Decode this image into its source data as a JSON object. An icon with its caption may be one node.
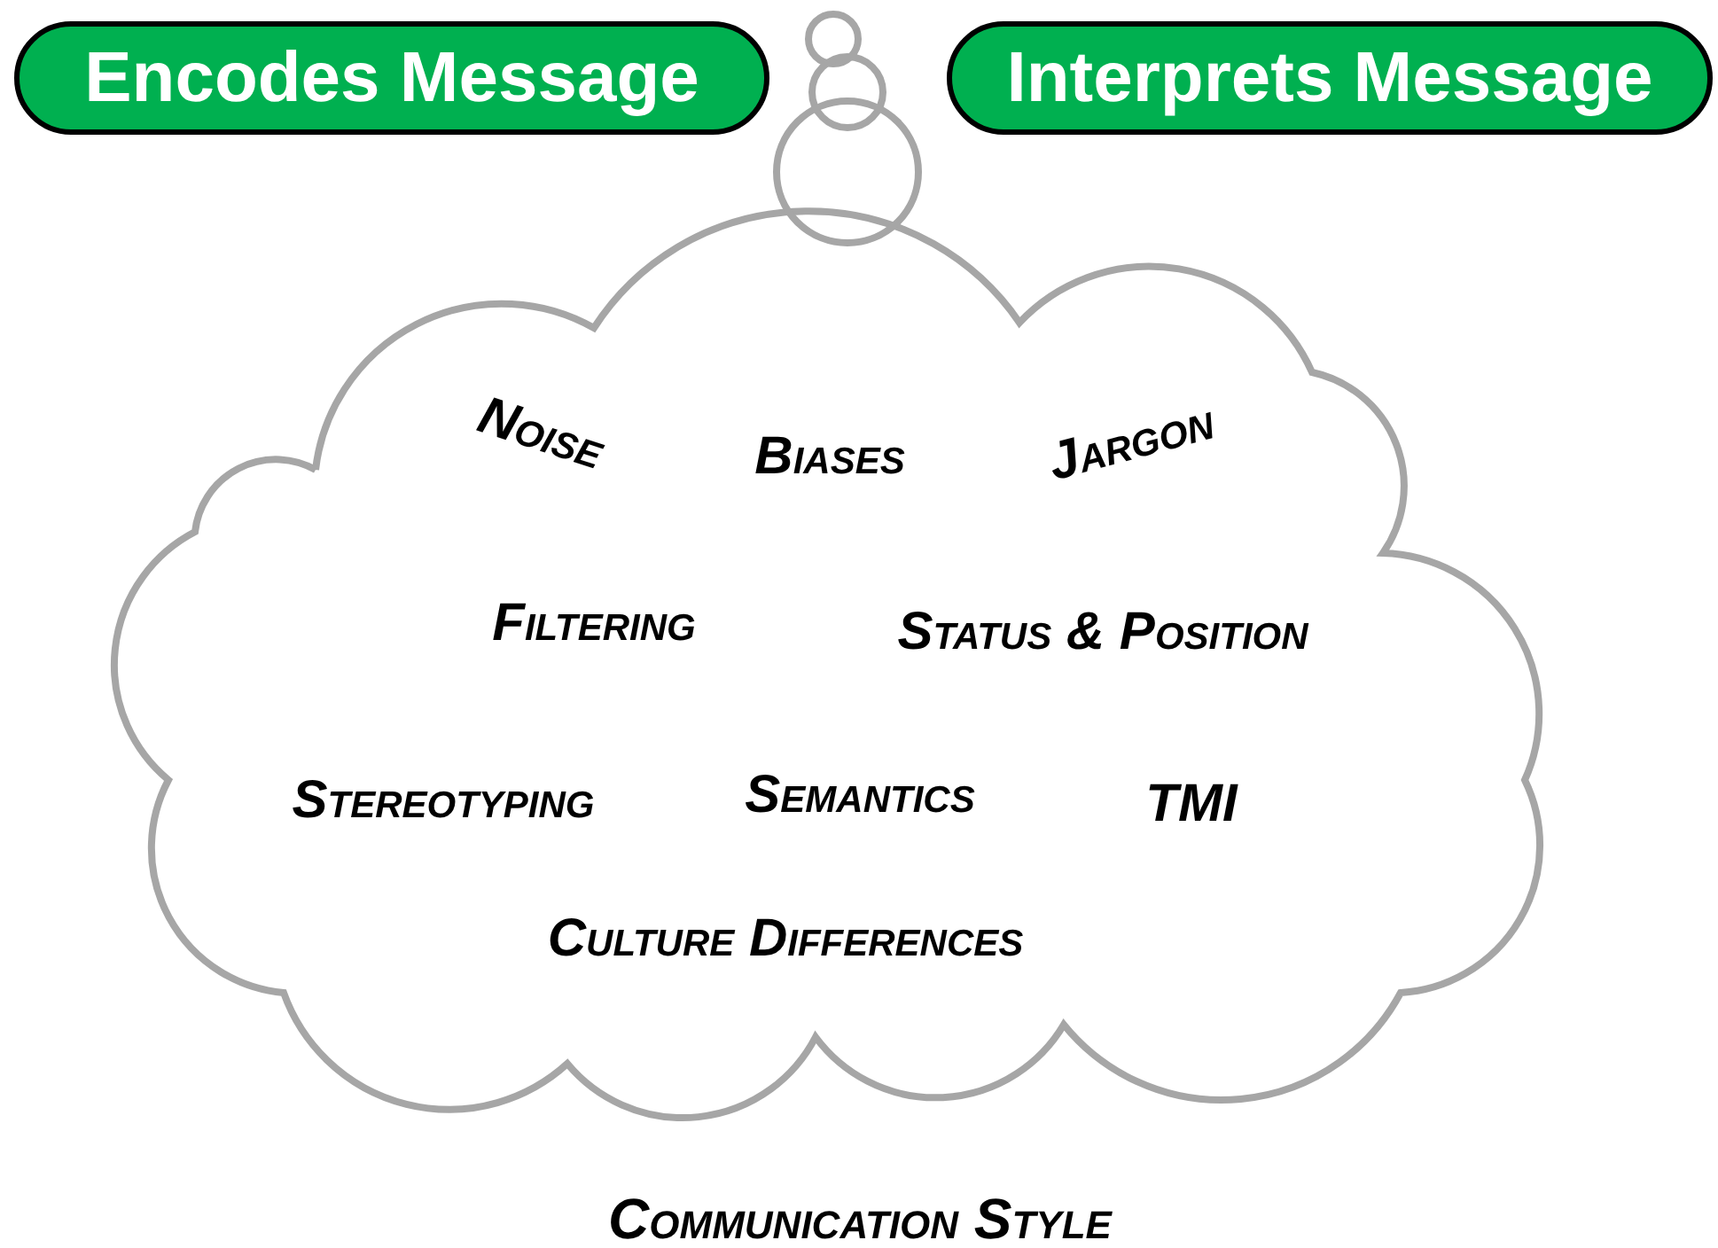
{
  "diagram": {
    "caption": "Communication Style",
    "nodes": [
      {
        "text": [
          "Encodes Message"
        ]
      },
      {
        "text": [
          "Interprets Message"
        ]
      },
      {
        "text": [
          "Noise",
          "Biases",
          "Jargon",
          "Filtering",
          "Status & Position",
          "Stereotyping",
          "Semantics",
          "TMI",
          "Culture Differences"
        ]
      }
    ]
  }
}
